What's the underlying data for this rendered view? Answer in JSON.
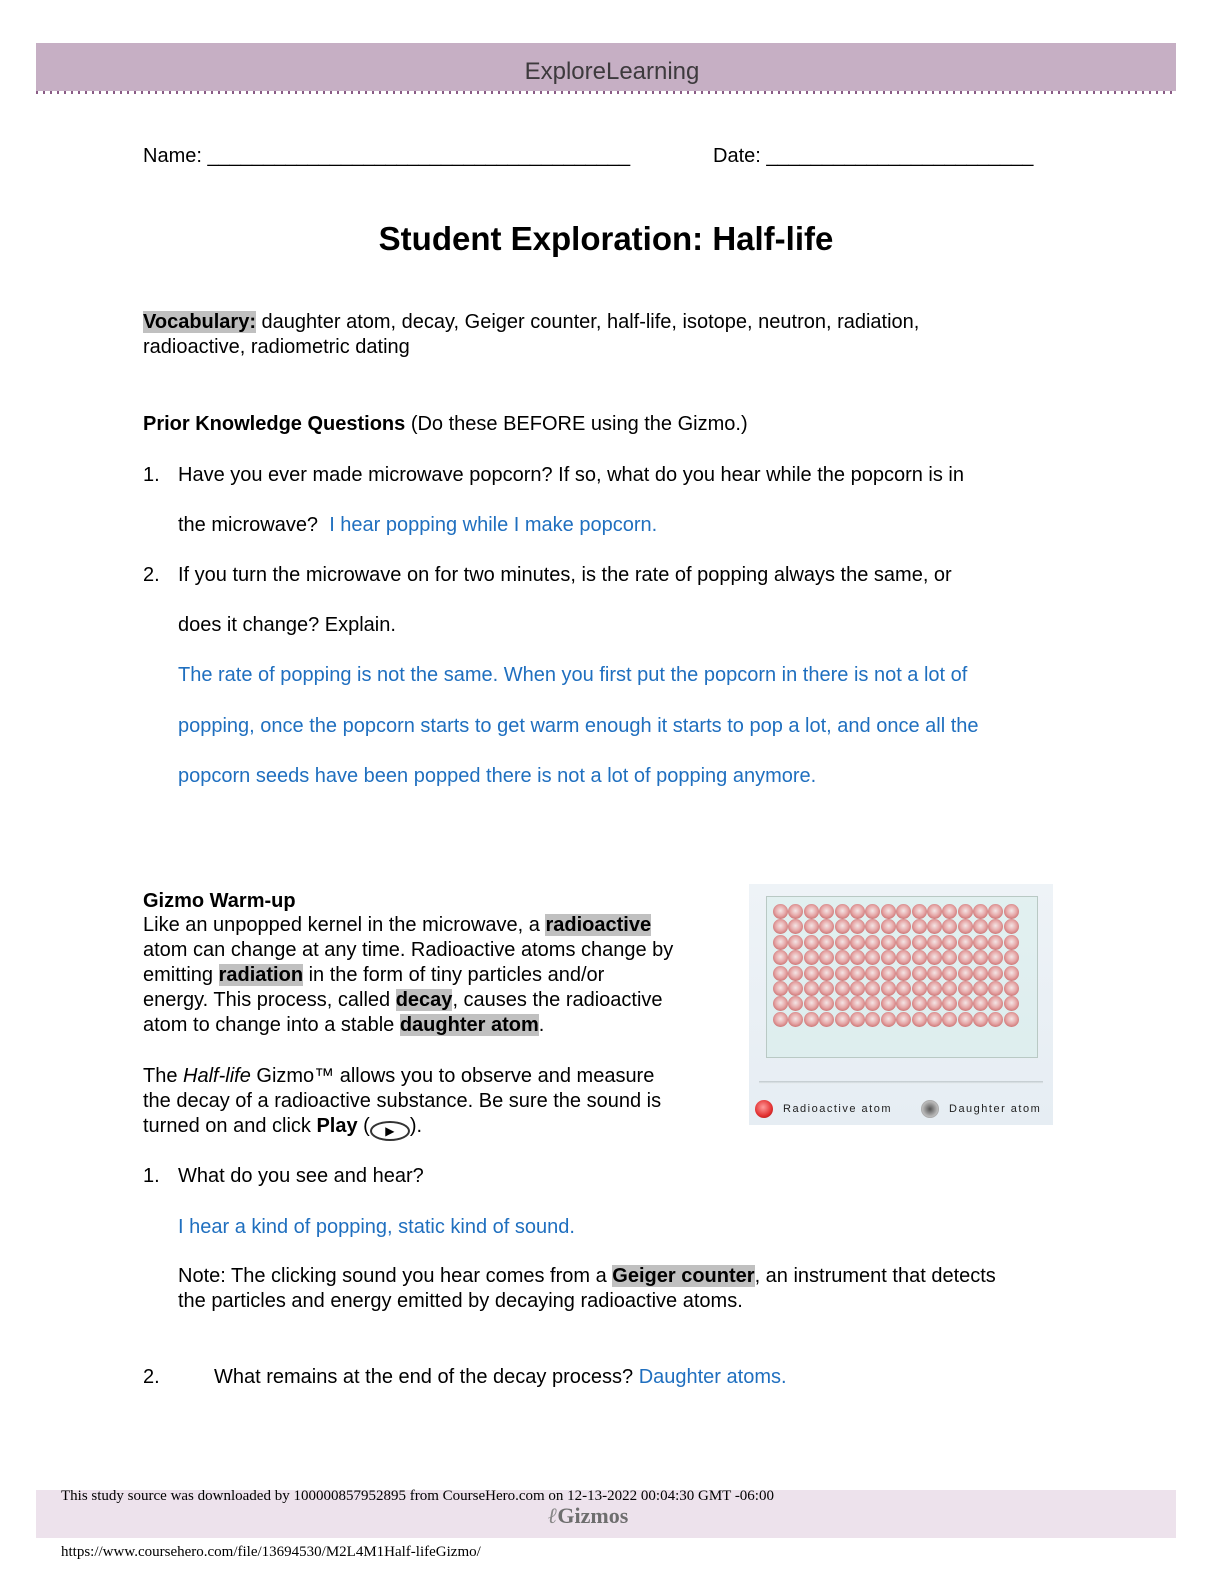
{
  "header": {
    "logo": "ExploreLearning"
  },
  "name_label": "Name:",
  "name_line": "______________________________________",
  "date_label": "Date:",
  "date_line": "________________________",
  "title": "Student Exploration: Half-life",
  "vocab": {
    "label": "Vocabulary:",
    "line1": " daughter atom, decay, Geiger counter, half-life, isotope, neutron, radiation,",
    "line2": "radioactive, radiometric dating"
  },
  "prior": {
    "heading": "Prior Knowledge Questions",
    "note": " (Do these BEFORE using the Gizmo.)",
    "q1": {
      "num": "1.",
      "l1": "Have you ever made microwave popcorn? If so, what do you hear while the popcorn is in",
      "l2": "the microwave?",
      "answer": "I hear popping while I make popcorn."
    },
    "q2": {
      "num": "2.",
      "l1": "If you turn the microwave on for two minutes, is the rate of popping always the same, or",
      "l2": "does it change? Explain.",
      "a1": "The rate of popping is not the same. When you first put the popcorn in there is not a lot of",
      "a2": "popping, once the popcorn starts to get warm enough it starts to pop a lot, and once all the",
      "a3": "popcorn seeds have been popped there is not a lot of popping anymore."
    }
  },
  "warmup": {
    "heading": "Gizmo Warm-up",
    "p1a": "Like an unpopped kernel in the microwave, a ",
    "t_radioactive": "radioactive",
    "p1b": "atom can change at any time. Radioactive atoms change by",
    "p1c": "emitting ",
    "t_radiation": "radiation",
    "p1d": " in the form of tiny particles and/or",
    "p1e": "energy. This process, called ",
    "t_decay": "decay",
    "p1f": ", causes the radioactive",
    "p1g": "atom to change into a stable ",
    "t_daughter": "daughter atom",
    "p1h": ".",
    "p2a": "The ",
    "p2i": "Half-life",
    "p2b": " Gizmo™ allows you to observe and measure",
    "p2c": "the decay of a radioactive substance. Be sure the sound is",
    "p2d": "turned on and click ",
    "p2play": "Play",
    "p2e": " (",
    "p2f": ").",
    "q1": {
      "num": "1.",
      "text": "What do you see and hear?",
      "answer": "I hear a kind of popping, static kind of sound.",
      "note_a": "Note: The clicking sound you hear comes from a ",
      "t_geiger": "Geiger counter",
      "note_b": ", an instrument that detects",
      "note_c": "the particles and energy emitted by decaying radioactive atoms."
    },
    "q2": {
      "num": "2.",
      "text": "What remains at the end of the decay process?",
      "answer": "Daughter atoms."
    }
  },
  "gizmo": {
    "legend_radioactive": "Radioactive atom",
    "legend_daughter": "Daughter atom",
    "rows": 8,
    "cols": 16,
    "colors": {
      "radioactive": "#e23030",
      "daughter": "#777777"
    }
  },
  "footer": {
    "download": "This study source was downloaded by 100000857952895 from CourseHero.com on 12-13-2022 00:04:30 GMT -06:00",
    "logo": "Gizmos",
    "url": "https://www.coursehero.com/file/13694530/M2L4M1Half-lifeGizmo/"
  }
}
